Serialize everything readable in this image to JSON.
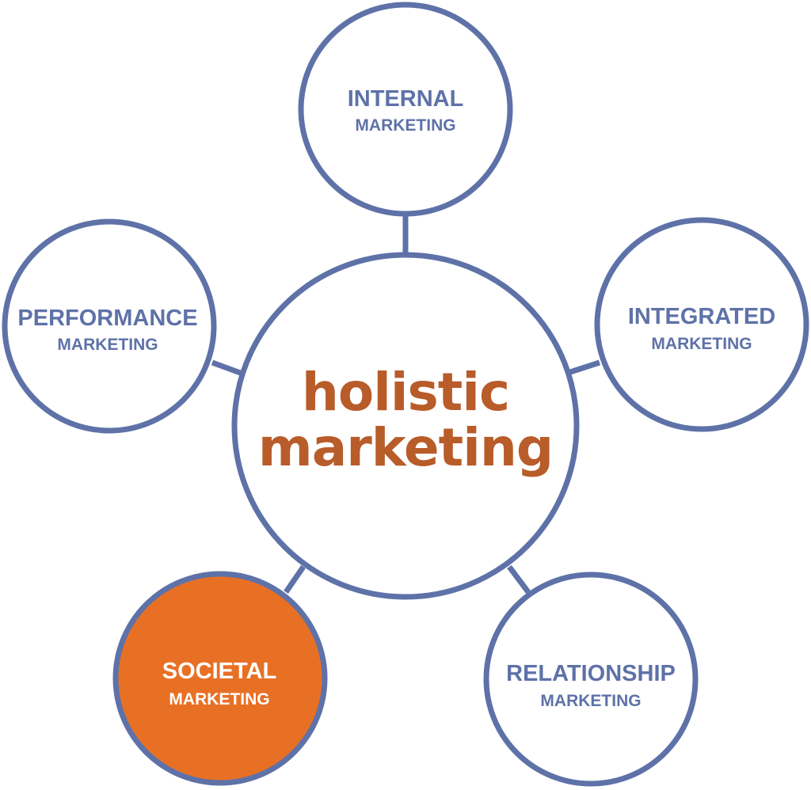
{
  "colors": {
    "stroke": "#5e72a8",
    "label": "#5e72a8",
    "center_text": "#b85c2a",
    "highlight_fill": "#e87025",
    "highlight_text": "#ffffff",
    "background": "#ffffff"
  },
  "center": {
    "line1": "holistic",
    "line2": "marketing"
  },
  "nodes": [
    {
      "id": "internal",
      "title": "INTERNAL",
      "subtitle": "MARKETING",
      "highlighted": false
    },
    {
      "id": "performance",
      "title": "PERFORMANCE",
      "subtitle": "MARKETING",
      "highlighted": false
    },
    {
      "id": "integrated",
      "title": "INTEGRATED",
      "subtitle": "MARKETING",
      "highlighted": false
    },
    {
      "id": "societal",
      "title": "SOCIETAL",
      "subtitle": "MARKETING",
      "highlighted": true
    },
    {
      "id": "relationship",
      "title": "RELATIONSHIP",
      "subtitle": "MARKETING",
      "highlighted": false
    }
  ]
}
